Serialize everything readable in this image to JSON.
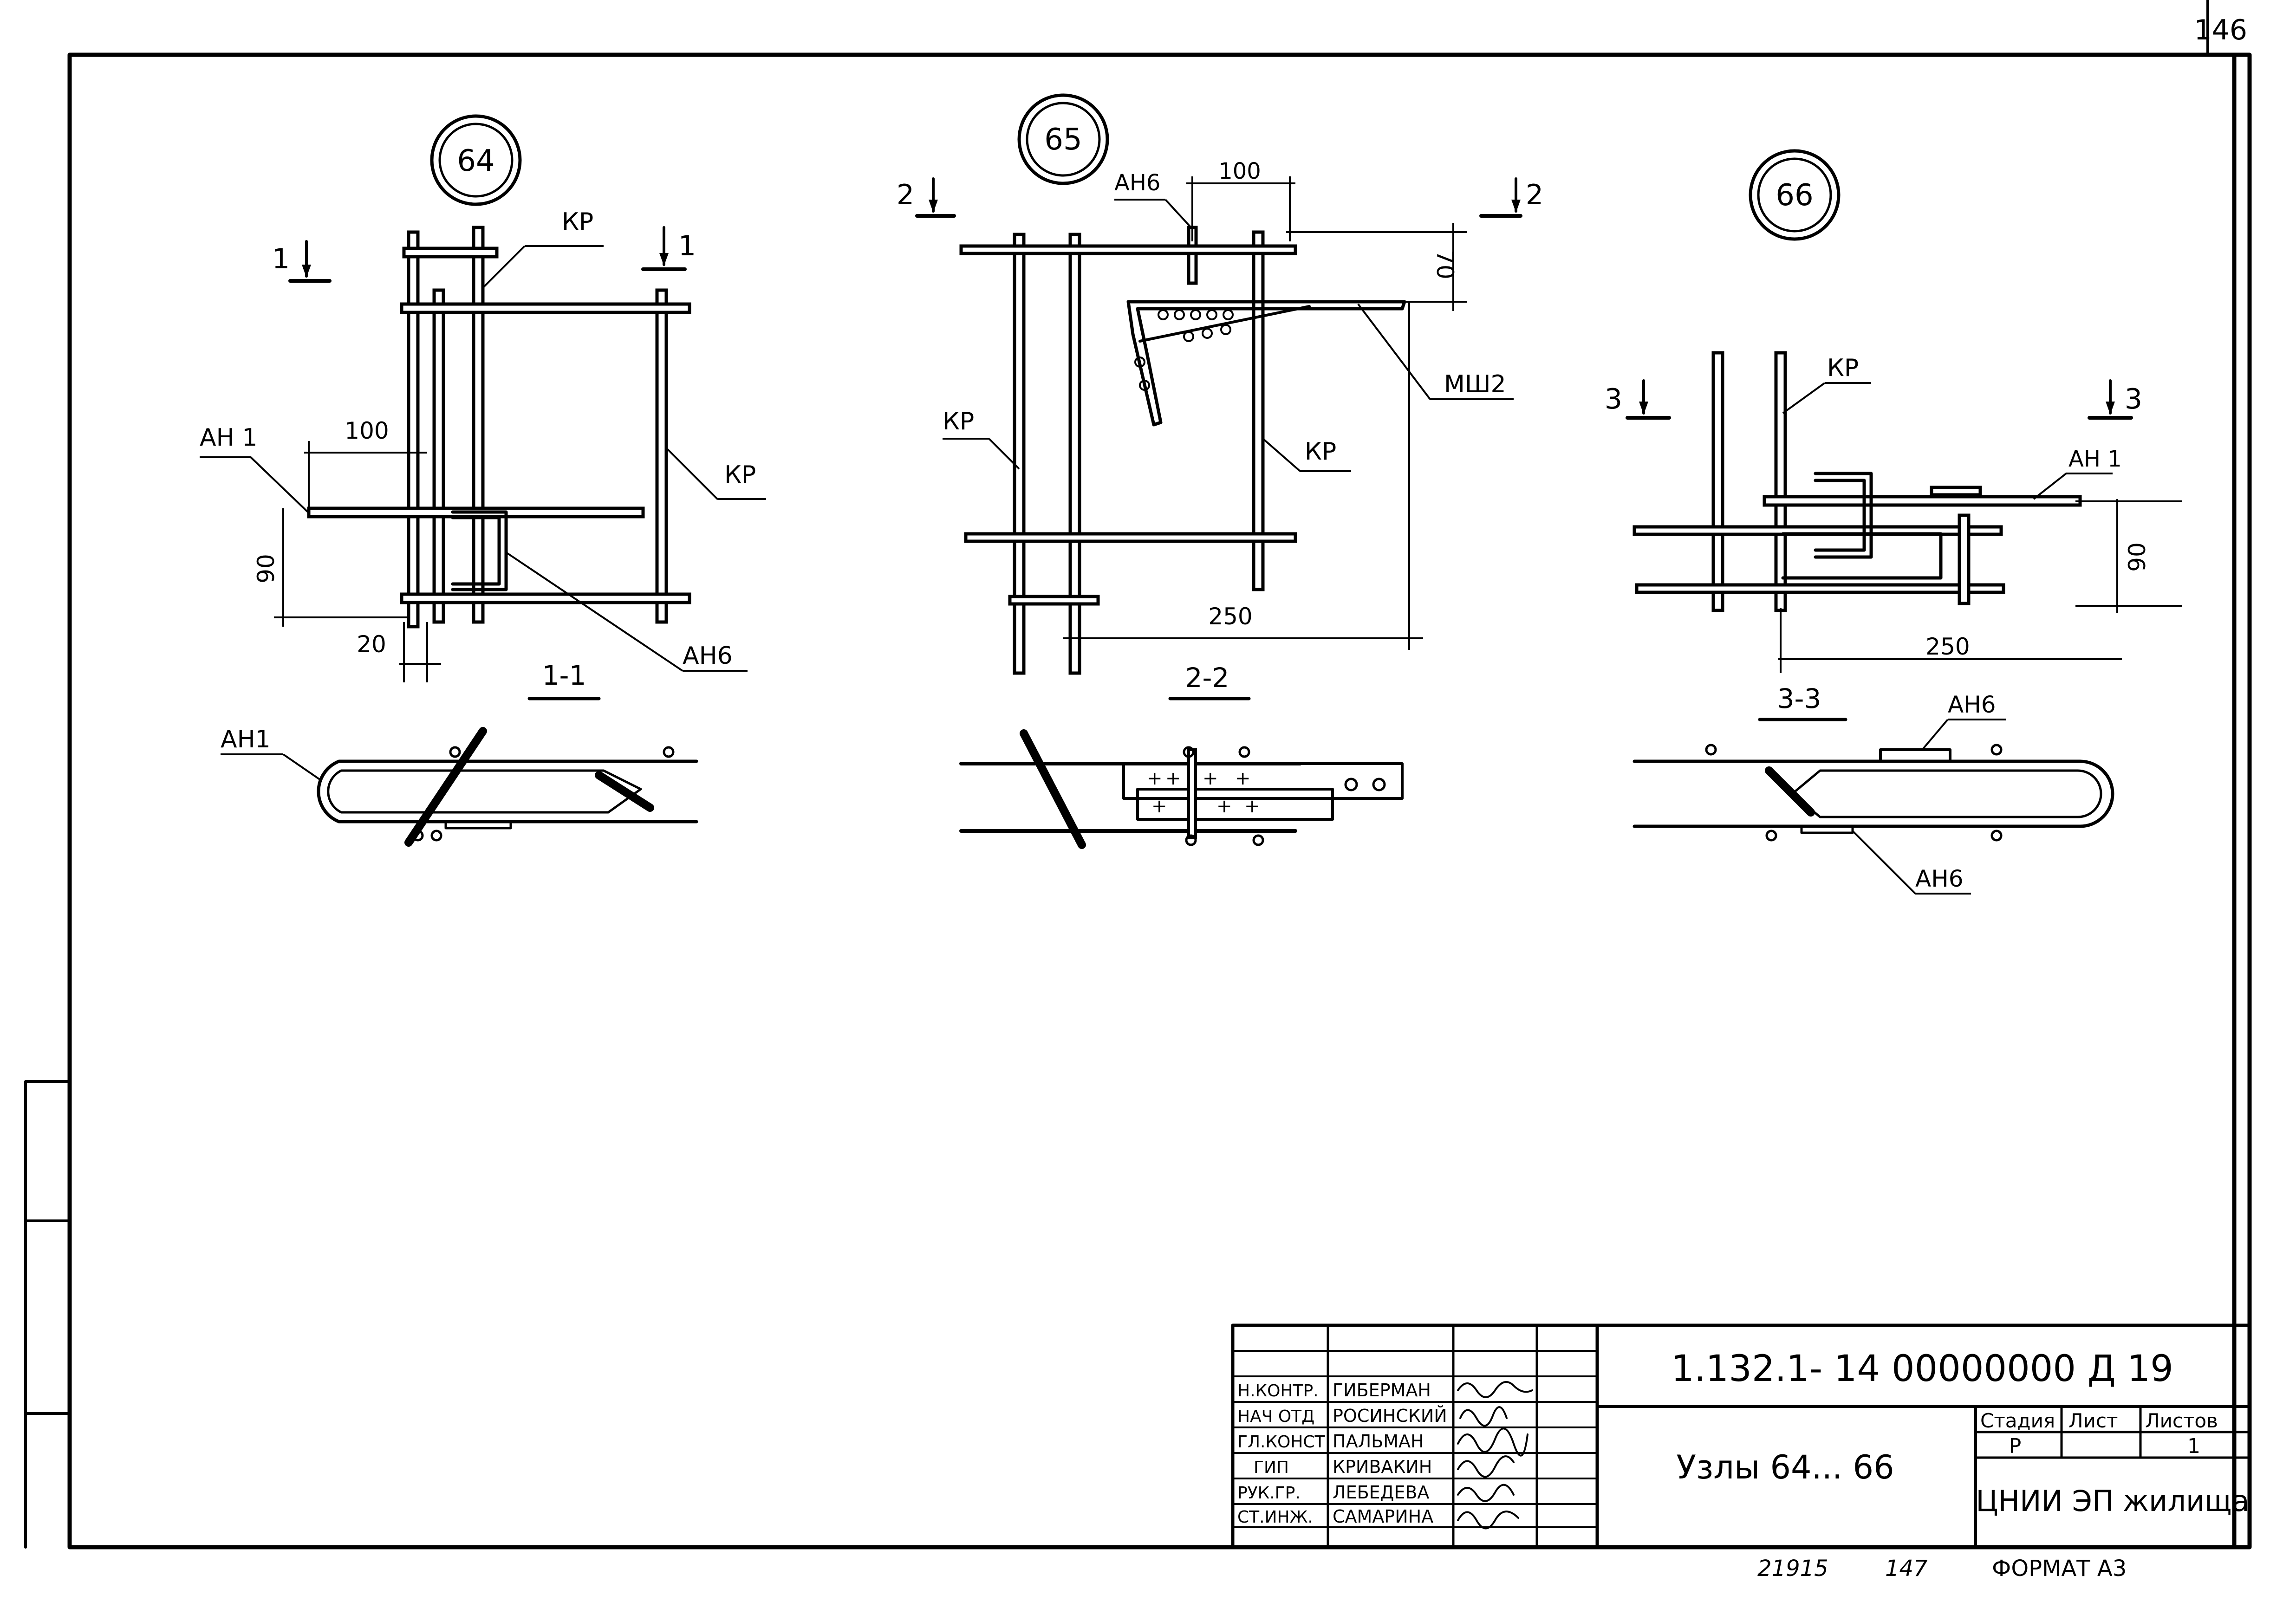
{
  "sheet_number": "146",
  "nodes": [
    {
      "id": "64",
      "section": "1-1",
      "cut_label": "1"
    },
    {
      "id": "65",
      "section": "2-2",
      "cut_label": "2"
    },
    {
      "id": "66",
      "section": "3-3",
      "cut_label": "3"
    }
  ],
  "labels": {
    "kp": "КР",
    "an1": "АН 1",
    "an1_section": "АН1",
    "an6": "АН6",
    "msh2": "МШ2"
  },
  "dimensions": {
    "d100": "100",
    "d90": "90",
    "d20": "20",
    "d250": "250",
    "d70": "70"
  },
  "title_block": {
    "document_code": "1.132.1- 14 00000000 Д 19",
    "title": "Узлы 64... 66",
    "organization": "ЦНИИ ЭП жилища",
    "stage_header": "Стадия",
    "sheet_header": "Лист",
    "sheets_header": "Листов",
    "stage": "Р",
    "sheet": "",
    "sheets": "1",
    "roles": [
      {
        "role": "Н.КОНТР.",
        "name": "ГИБЕРМАН"
      },
      {
        "role": "НАЧ ОТД",
        "name": "РОСИНСКИЙ"
      },
      {
        "role": "ГЛ.КОНСТ",
        "name": "ПАЛЬМАН"
      },
      {
        "role": "ГИП",
        "name": "КРИВАКИН"
      },
      {
        "role": "РУК.ГР.",
        "name": "ЛЕБЕДЕВА"
      },
      {
        "role": "СТ.ИНЖ.",
        "name": "САМАРИНА"
      }
    ]
  },
  "footer": {
    "inventory_no": "21915",
    "copy_no": "147",
    "format": "ФОРМАТ А3"
  }
}
